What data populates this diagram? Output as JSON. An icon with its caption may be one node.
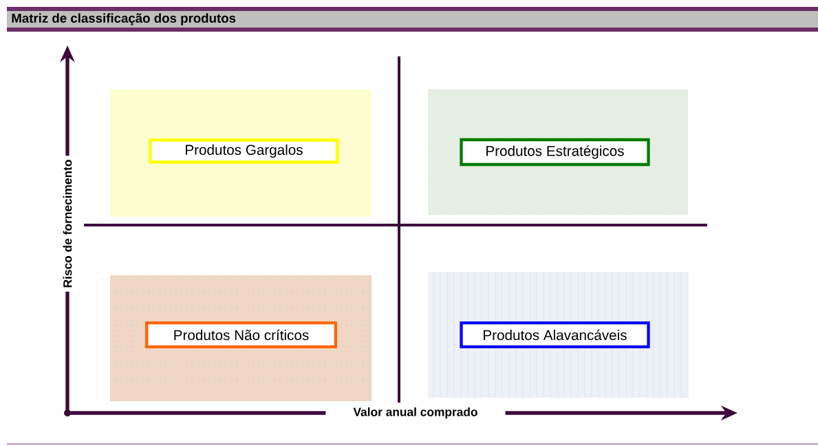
{
  "diagram": {
    "title": "Matriz de classificação dos produtos",
    "nodes": [
      {
        "text": [
          "Produtos Gargalos"
        ]
      },
      {
        "text": [
          "Produtos Estratégicos"
        ]
      },
      {
        "text": [
          "Produtos Não críticos"
        ]
      },
      {
        "text": [
          "Produtos Alavancáveis"
        ]
      }
    ],
    "labels": [
      "Risco de fornecimento",
      "Valor anual comprado"
    ]
  }
}
